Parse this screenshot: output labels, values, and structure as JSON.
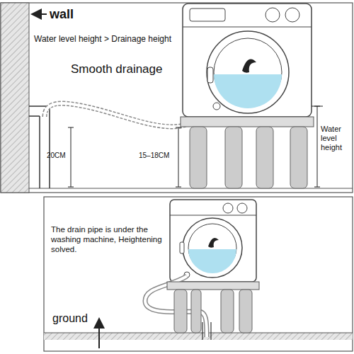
{
  "diagram": {
    "labels": [
      "wall",
      "Water level height > Drainage height",
      "Smooth drainage",
      "20CM",
      "15–18CM",
      "Water level height",
      "The drain pipe is under the washing machine, Heightening solved.",
      "ground"
    ]
  }
}
